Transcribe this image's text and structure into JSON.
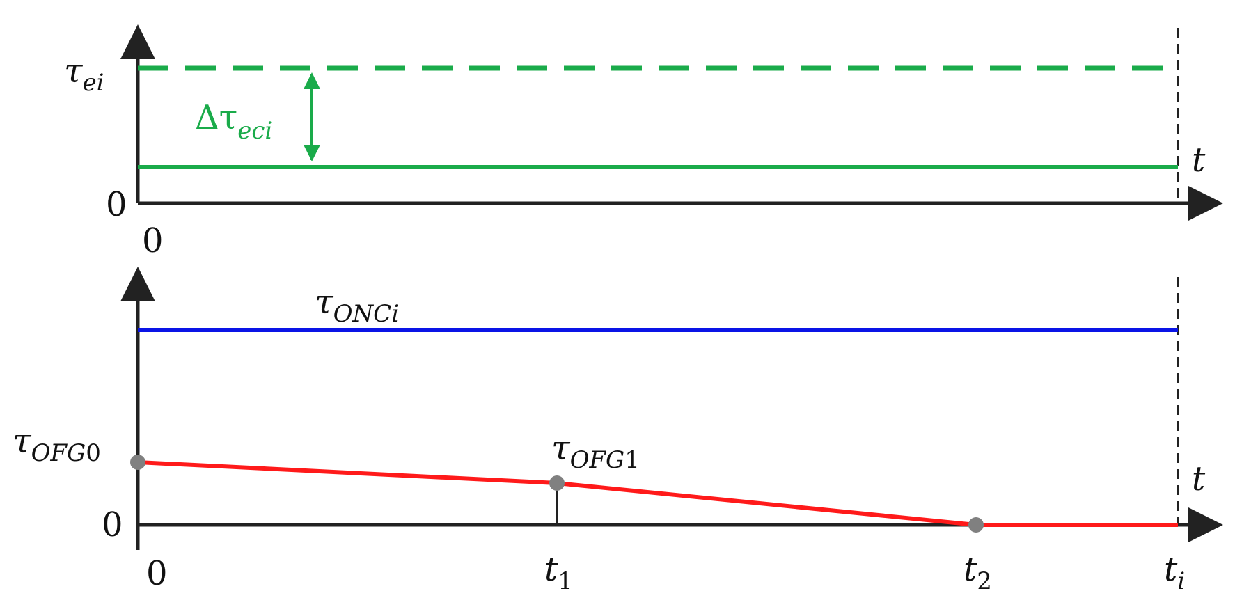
{
  "top_panel": {
    "y_label": {
      "base": "τ",
      "sub": "ei"
    },
    "x_label": "t",
    "origin_y": "0",
    "origin_x": "0",
    "delta_label": {
      "prefix": "Δτ",
      "sub": "eci"
    },
    "colors": {
      "axis": "#222222",
      "line": "#1aab4a"
    }
  },
  "bottom_panel": {
    "onc_label": {
      "base": "τ",
      "sub": "ONCi"
    },
    "ofg0_label": {
      "base": "τ",
      "sub_it": "OFG",
      "sub_num": "0"
    },
    "ofg1_label": {
      "base": "τ",
      "sub_it": "OFG",
      "sub_num": "1"
    },
    "x_label": "t",
    "origin_y": "0",
    "origin_x": "0",
    "t1": {
      "base": "t",
      "sub": "1"
    },
    "t2": {
      "base": "t",
      "sub": "2"
    },
    "ti": {
      "base": "t",
      "sub": "i"
    },
    "colors": {
      "axis": "#222222",
      "onc": "#0a14e6",
      "ofg": "#ff1a1a",
      "point": "#808080"
    }
  }
}
